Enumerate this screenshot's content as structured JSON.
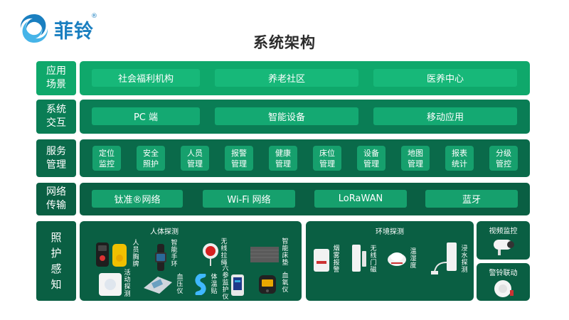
{
  "brand": {
    "name": "菲铃",
    "reg": "®"
  },
  "title": "系统架构",
  "rows": {
    "scenario": {
      "label": [
        "应用",
        "场景"
      ],
      "items": [
        "社会福利机构",
        "养老社区",
        "医养中心"
      ]
    },
    "system": {
      "label": [
        "系统",
        "交互"
      ],
      "items": [
        "PC 端",
        "智能设备",
        "移动应用"
      ]
    },
    "service": {
      "label": [
        "服务",
        "管理"
      ],
      "items": [
        [
          "定位",
          "监控"
        ],
        [
          "安全",
          "照护"
        ],
        [
          "人员",
          "管理"
        ],
        [
          "报警",
          "管理"
        ],
        [
          "健康",
          "管理"
        ],
        [
          "床位",
          "管理"
        ],
        [
          "设备",
          "管理"
        ],
        [
          "地图",
          "管理"
        ],
        [
          "报表",
          "统计"
        ],
        [
          "分级",
          "管控"
        ]
      ]
    },
    "network": {
      "label": [
        "网络",
        "传输"
      ],
      "items": [
        "钛准®网络",
        "Wi-Fi 网络",
        "LoRaWAN",
        "蓝牙"
      ]
    },
    "sensing": {
      "label": [
        "照",
        "护",
        "感",
        "知"
      ]
    }
  },
  "human": {
    "title": "人体探测",
    "devices": {
      "badge": [
        "人",
        "员",
        "胸",
        "牌"
      ],
      "band": [
        "智",
        "能",
        "手",
        "环"
      ],
      "pull": [
        "无",
        "线",
        "拉",
        "绳"
      ],
      "bedpad": [
        "智",
        "能",
        "床",
        "垫"
      ],
      "motion": [
        "活",
        "动",
        "探",
        "测"
      ],
      "bp": [
        "血",
        "压",
        "仪"
      ],
      "temp": [
        "体",
        "温",
        "贴"
      ],
      "six": [
        "六",
        "参",
        "监",
        "护",
        "仪"
      ],
      "oxy": [
        "血",
        "氧",
        "仪"
      ]
    }
  },
  "env": {
    "title": "环境探测",
    "devices": {
      "smoke": [
        "烟",
        "雾",
        "报",
        "警"
      ],
      "door": [
        "无",
        "线",
        "门",
        "磁"
      ],
      "humid": [
        "温",
        "湿",
        "度"
      ],
      "water": [
        "浸",
        "水",
        "探",
        "测"
      ]
    }
  },
  "video": {
    "title": "视频监控"
  },
  "alarm": {
    "title": "警铃联动"
  },
  "colors": {
    "dark": "#0a5f43",
    "mid": "#0a7d55",
    "bright": "#0fa86b",
    "pill": "#17b879",
    "brand": "#1a7fc0"
  }
}
